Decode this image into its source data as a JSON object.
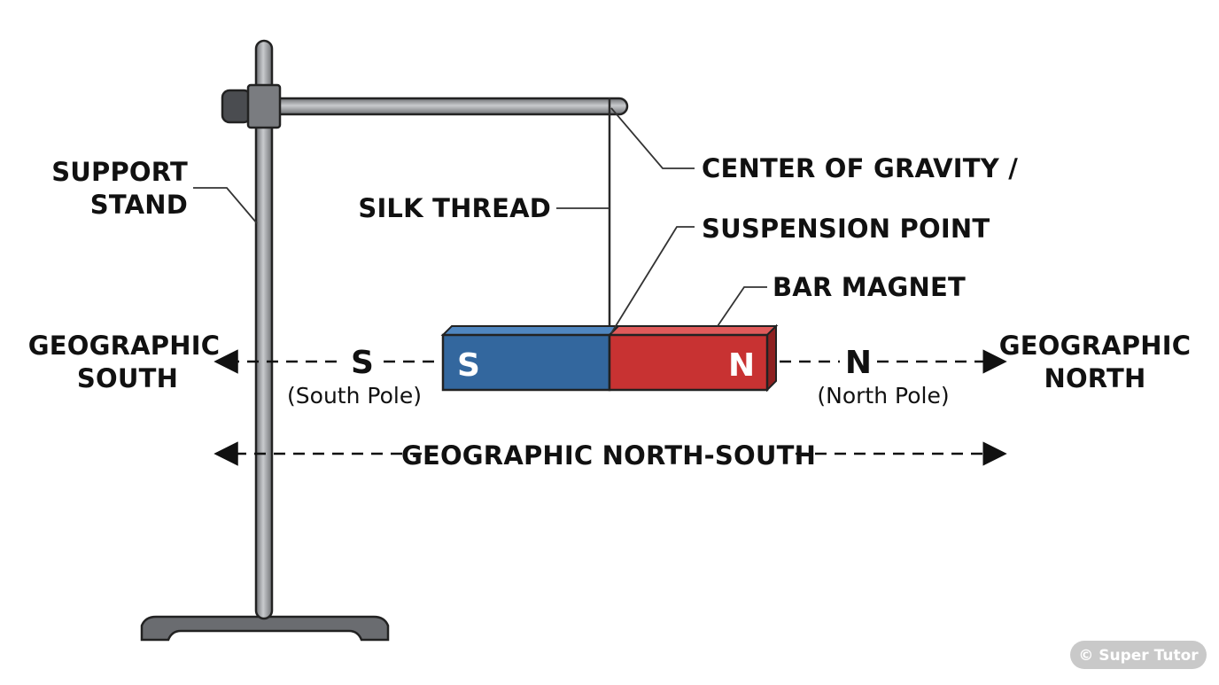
{
  "labels": {
    "support_stand": [
      "SUPPORT",
      "STAND"
    ],
    "silk_thread": "SILK THREAD",
    "center_of_gravity": "CENTER OF GRAVITY /",
    "suspension_point": "SUSPENSION POINT",
    "bar_magnet": "BAR MAGNET",
    "geo_south": [
      "GEOGRAPHIC",
      "SOUTH"
    ],
    "geo_north": [
      "GEOGRAPHIC",
      "NORTH"
    ],
    "s_letter": "S",
    "n_letter": "N",
    "south_pole": "(South Pole)",
    "north_pole": "(North Pole)",
    "magnet_s": "S",
    "magnet_n": "N",
    "axis_label": "GEOGRAPHIC NORTH-SOUTH"
  },
  "watermark": "© Super Tutor",
  "colors": {
    "magnet_south": "#33679e",
    "magnet_north": "#c83232",
    "stand": "#8e9094",
    "ink": "#111111"
  }
}
